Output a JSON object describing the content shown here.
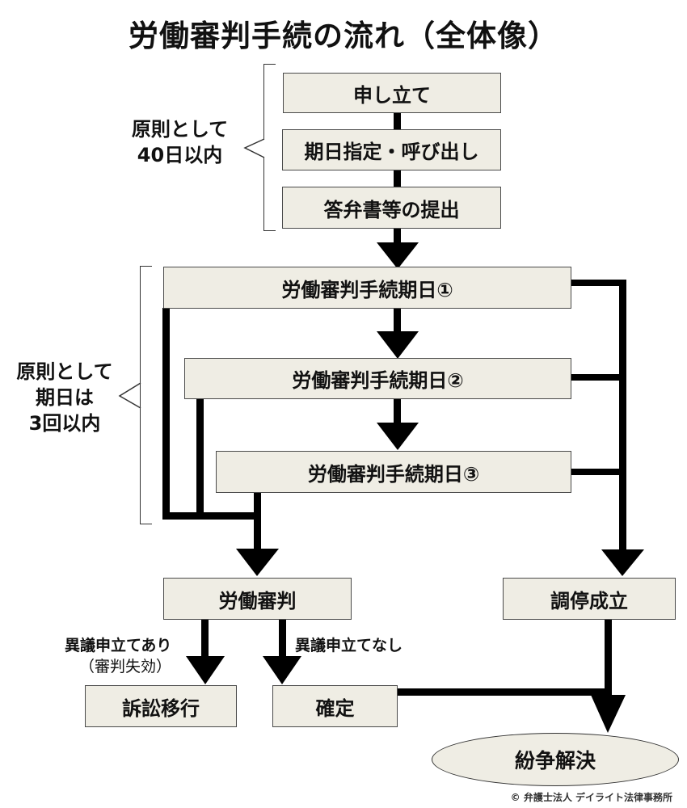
{
  "title": "労働審判手続の流れ（全体像）",
  "steps": {
    "filing": "申し立て",
    "scheduling": "期日指定・呼び出し",
    "answer": "答弁書等の提出",
    "hearing1": "労働審判手続期日①",
    "hearing2": "労働審判手続期日②",
    "hearing3": "労働審判手続期日③",
    "judgment": "労働審判",
    "mediation": "調停成立",
    "litigation": "訴訟移行",
    "finalized": "確定",
    "resolution": "紛争解決"
  },
  "notes": {
    "within40": [
      "原則として",
      "40日以内"
    ],
    "within3": [
      "原則として",
      "期日は",
      "3回以内"
    ]
  },
  "edge_labels": {
    "objection_yes": "異議申立てあり",
    "objection_yes_sub": "（審判失効）",
    "objection_no": "異議申立てなし"
  },
  "credit": "© 弁護士法人 デイライト法律事務所"
}
